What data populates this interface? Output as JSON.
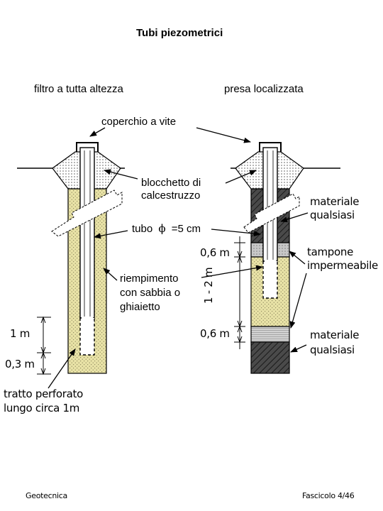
{
  "title": "Tubi piezometrici",
  "left_heading": "filtro a tutta altezza",
  "right_heading": "presa localizzata",
  "labels": {
    "cap": "coperchio a vite",
    "concrete_line1": "blocchetto di",
    "concrete_line2": "calcestruzzo",
    "pipe_prefix": "tubo",
    "pipe_phi": "ϕ",
    "pipe_value": "=5 cm",
    "fill_line1": "riempimento",
    "fill_line2": "con sabbia o",
    "fill_line3": "ghiaietto",
    "dim_top": "0,6 m",
    "dim_mid": "1 - 2 m",
    "dim_bottom": "0,6 m",
    "any_material_top_line1": "materiale",
    "any_material_top_line2": "qualsiasi",
    "seal_line1": "tampone",
    "seal_line2": "impermeabile",
    "any_material_bottom_line1": "materiale",
    "any_material_bottom_line2": "qualsiasi",
    "dim_1m": "1 m",
    "dim_03m": "0,3 m",
    "perforated_line1": "tratto perforato",
    "perforated_line2": "lungo circa 1m"
  },
  "footer": {
    "left": "Geotecnica",
    "right": "Fascicolo 4/46"
  },
  "colors": {
    "sand_fill": "#e8e2a6",
    "dark_fill": "#4a4a4a",
    "seal_fill": "#c8c8c8"
  }
}
